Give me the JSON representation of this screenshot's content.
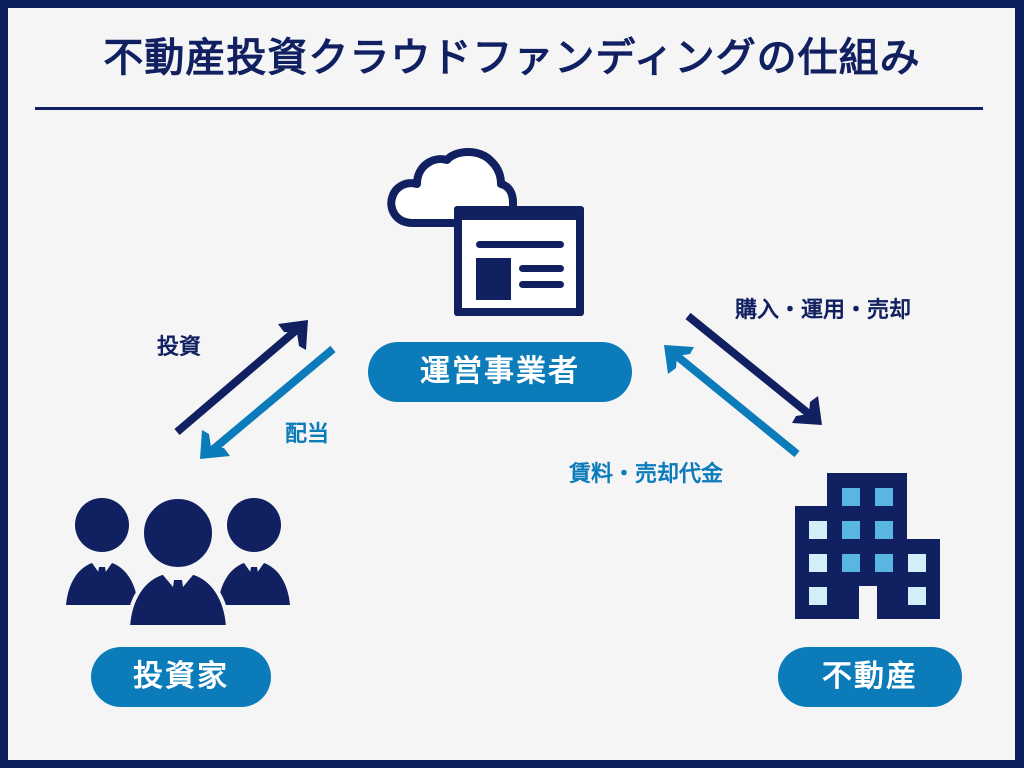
{
  "title": "不動産投資クラウドファンディングの仕組み",
  "colors": {
    "navy": "#112060",
    "accent_blue": "#0b7bba",
    "window_light": "#d2eef8",
    "window_mid": "#59b5e2",
    "background": "#f5f5f6"
  },
  "nodes": {
    "operator": {
      "label": "運営事業者",
      "icon": "cloud-web-platform-icon"
    },
    "investors": {
      "label": "投資家",
      "icon": "businesspeople-group-icon"
    },
    "real_estate": {
      "label": "不動産",
      "icon": "office-building-icon"
    }
  },
  "flows": {
    "investment": {
      "label": "投資",
      "from": "投資家",
      "to": "運営事業者"
    },
    "dividend": {
      "label": "配当",
      "from": "運営事業者",
      "to": "投資家"
    },
    "purchase_operate_sell": {
      "label": "購入・運用・売却",
      "from": "運営事業者",
      "to": "不動産"
    },
    "rent_sale_proceeds": {
      "label": "賃料・売却代金",
      "from": "不動産",
      "to": "運営事業者"
    }
  }
}
